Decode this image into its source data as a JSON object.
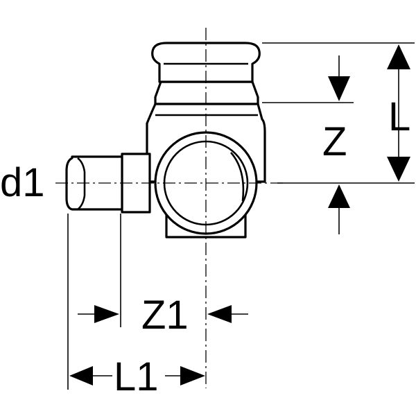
{
  "dimensions": {
    "d1": "d1",
    "Z": "Z",
    "L": "L",
    "Z1": "Z1",
    "L1": "L1"
  }
}
